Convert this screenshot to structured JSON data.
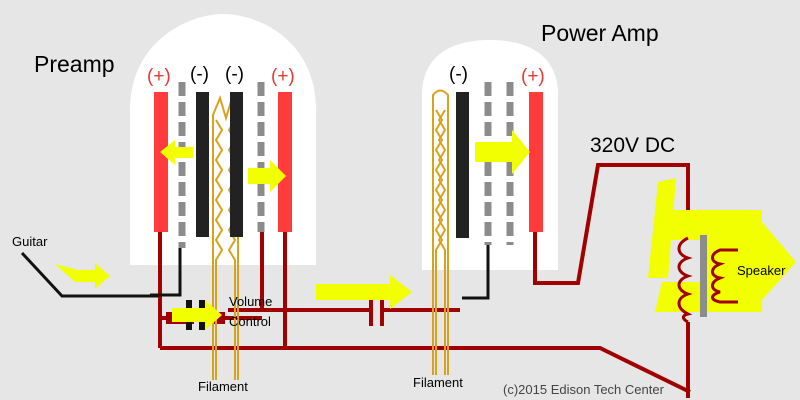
{
  "labels": {
    "preamp": "Preamp",
    "power_amp": "Power Amp",
    "voltage": "320V DC",
    "guitar": "Guitar",
    "volume_line1": "Volume",
    "volume_line2": "Control",
    "filament_preamp": "Filament",
    "filament_power": "Filament",
    "speaker": "Speaker",
    "credit": "(c)2015 Edison Tech Center"
  },
  "signs": {
    "plus": "(+)",
    "minus": "(-)"
  },
  "colors": {
    "background": "#e6e6e6",
    "tube_glass": "#ffffff",
    "plate": "#ff3b3b",
    "cathode": "#222222",
    "grid": "#8c8c8c",
    "wire": "#a00000",
    "signal_arrow": "#f2ff00",
    "filament": "#d9a21b",
    "plus_text": "#e53935",
    "minus_text": "#000000"
  }
}
